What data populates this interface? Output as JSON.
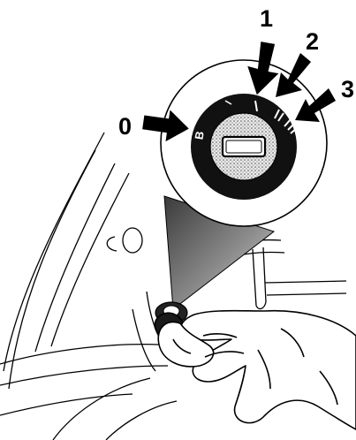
{
  "diagram": {
    "position_labels": {
      "pos0": "0",
      "pos1": "1",
      "pos2": "2",
      "pos3": "3"
    },
    "lock_marking": "B",
    "colors": {
      "ink": "#000000",
      "paper": "#ffffff",
      "beam_dark": "#3a3a3a",
      "beam_light": "#c8c8c8"
    }
  }
}
